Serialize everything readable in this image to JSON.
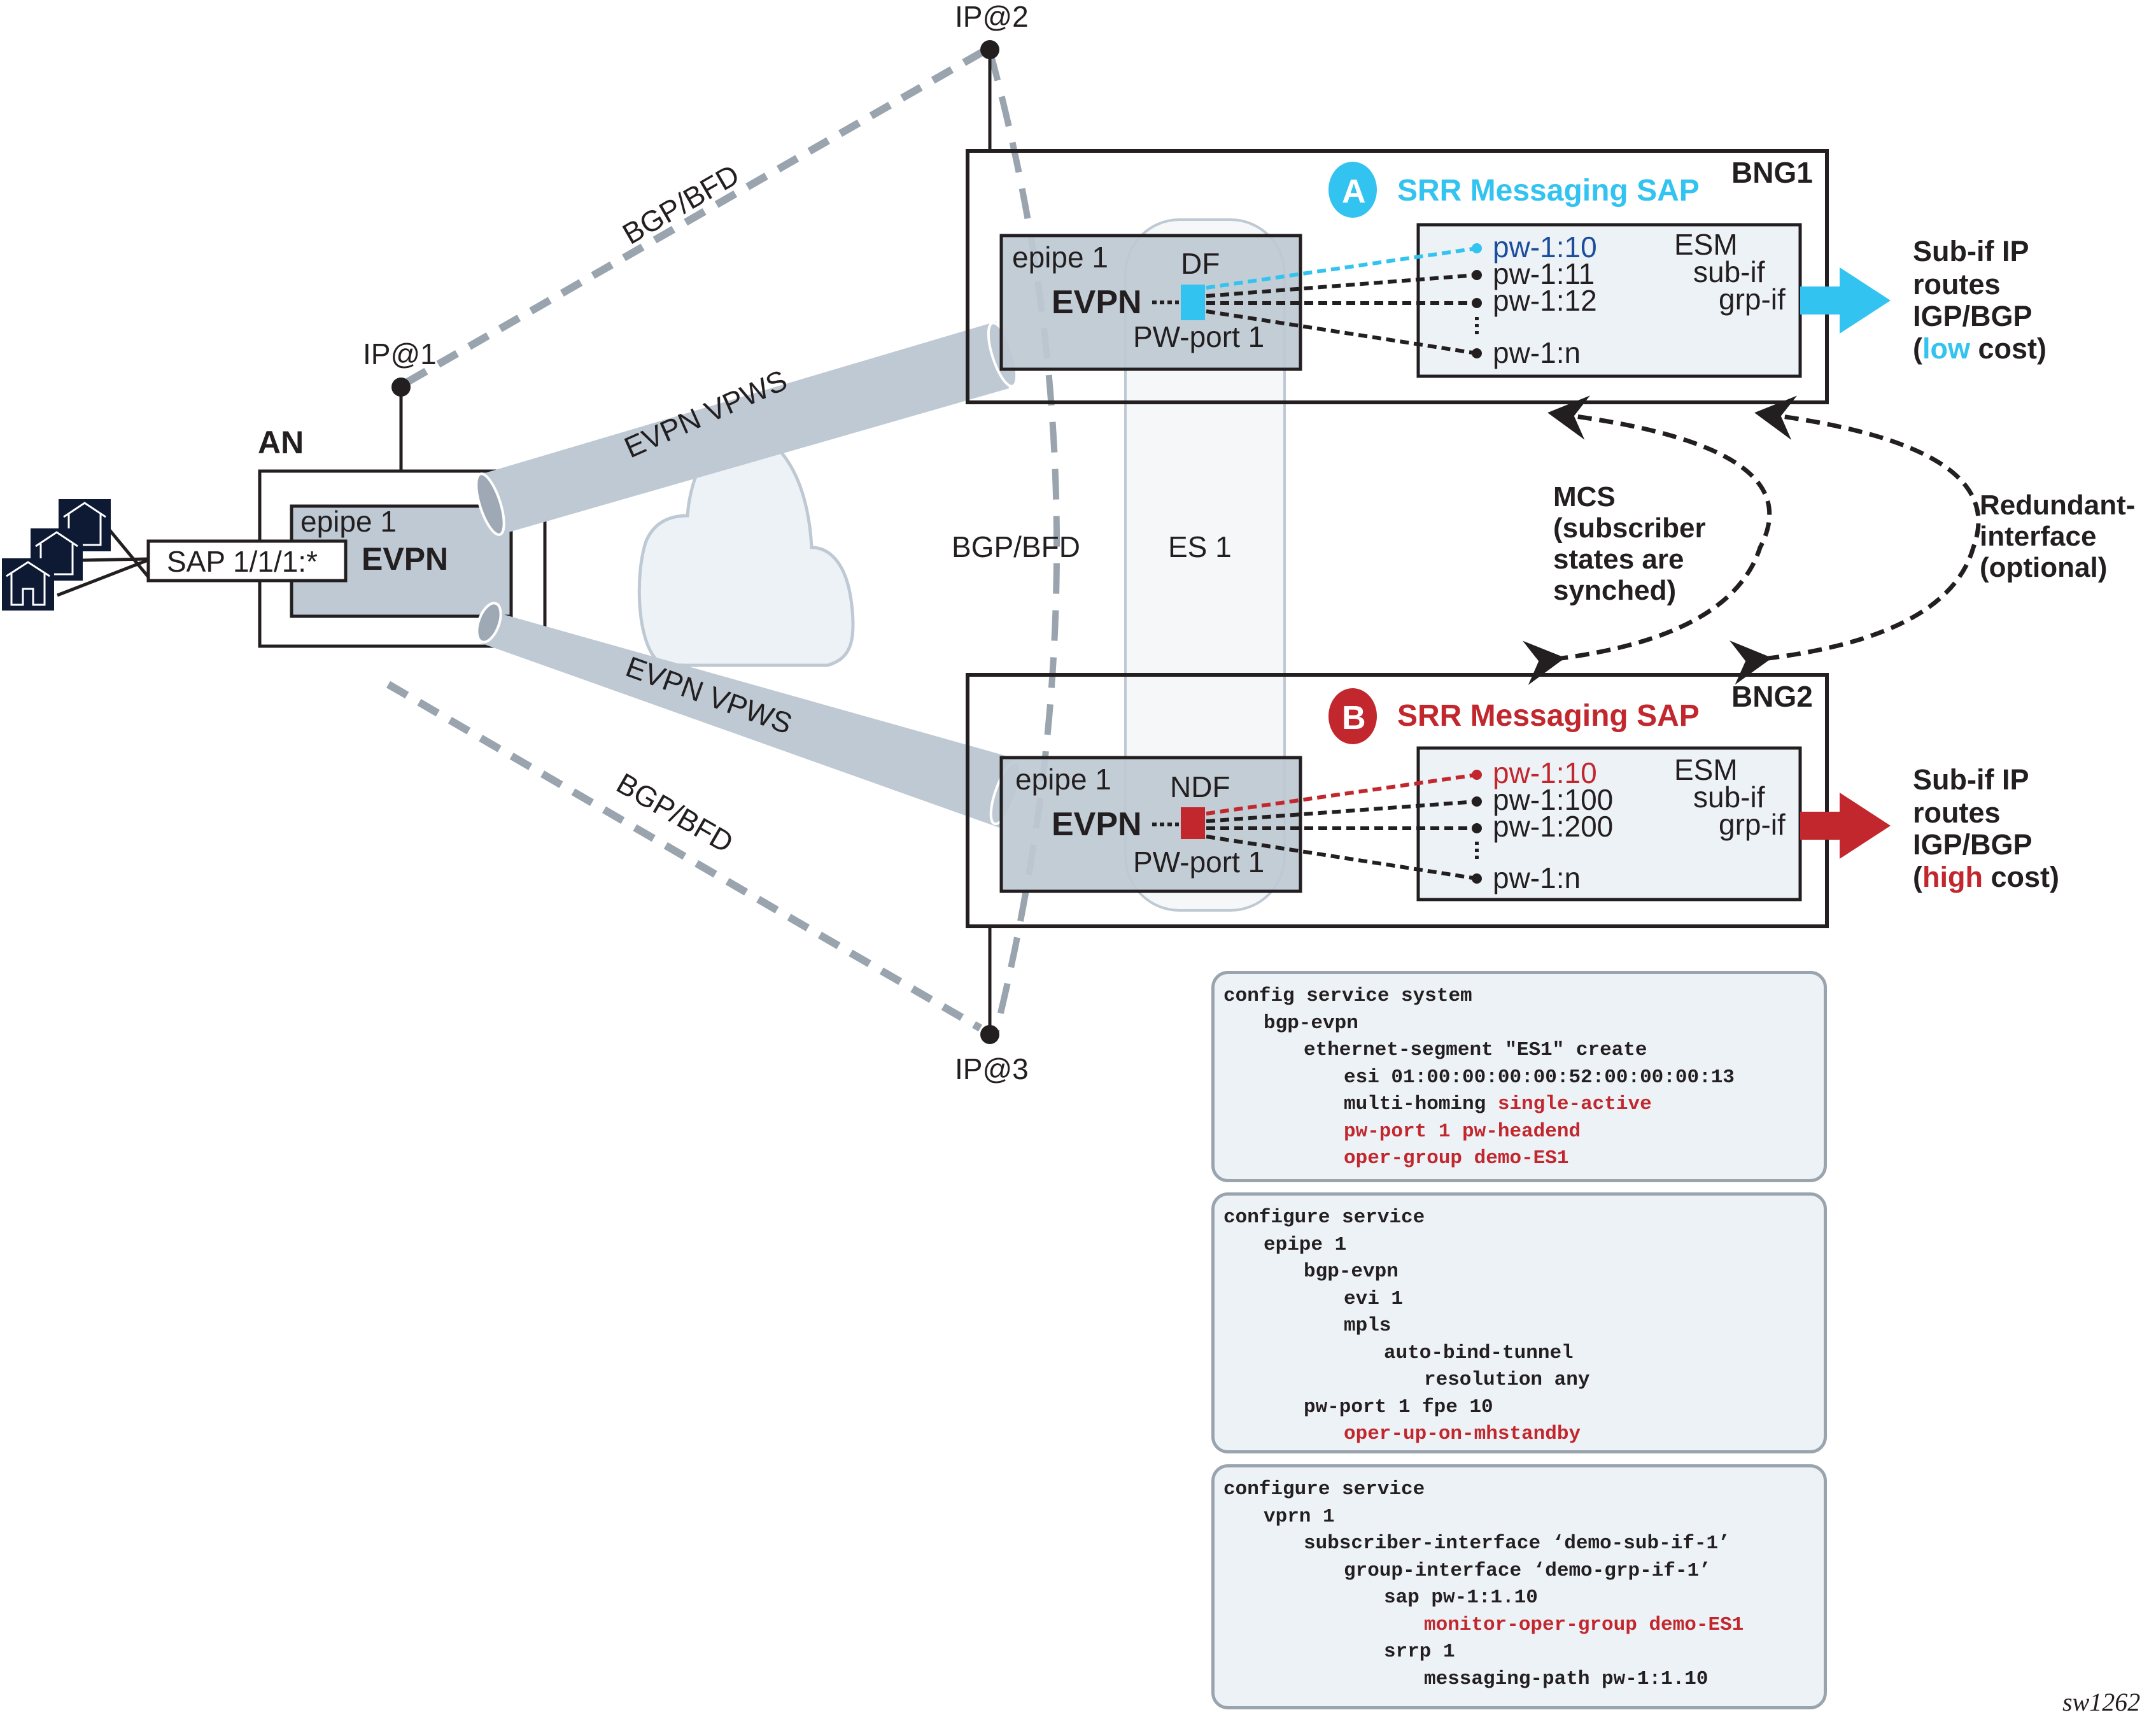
{
  "colors": {
    "accent_blue": "#33c3f0",
    "accent_red": "#c1272d",
    "pw_blue": "#1b4d9b",
    "box_gray": "#bec9d3",
    "esm_fill": "#edf2f7",
    "dashed_gray": "#9aa4ae"
  },
  "an": {
    "title": "AN",
    "epipe_label": "epipe 1",
    "evpn_label": "EVPN",
    "sap_label": "SAP 1/1/1:*",
    "house_icons": [
      "house-icon",
      "house-icon",
      "house-icon"
    ]
  },
  "ip_nodes": {
    "ip1": "IP@1",
    "ip2": "IP@2",
    "ip3": "IP@3"
  },
  "links": {
    "bgp_bfd_top": "BGP/BFD",
    "bgp_bfd_middle": "BGP/BFD",
    "bgp_bfd_bottom": "BGP/BFD",
    "evpn_vpws_top": "EVPN VPWS",
    "evpn_vpws_bottom": "EVPN VPWS",
    "es_label": "ES 1"
  },
  "bng1": {
    "title": "BNG1",
    "badge": "A",
    "srr_label": "SRR Messaging SAP",
    "epipe_label": "epipe 1",
    "evpn_label": "EVPN",
    "role": "DF",
    "pw_port": "PW-port 1",
    "pw_list": [
      "pw-1:10",
      "pw-1:11",
      "pw-1:12",
      "pw-1:n"
    ],
    "esm": [
      "ESM",
      "sub-if",
      "grp-if"
    ],
    "routes": [
      "Sub-if IP",
      "routes",
      "IGP/BGP"
    ],
    "cost_open": "(",
    "cost_word": "low",
    "cost_close": " cost)"
  },
  "bng2": {
    "title": "BNG2",
    "badge": "B",
    "srr_label": "SRR Messaging SAP",
    "epipe_label": "epipe 1",
    "evpn_label": "EVPN",
    "role": "NDF",
    "pw_port": "PW-port 1",
    "pw_list": [
      "pw-1:10",
      "pw-1:100",
      "pw-1:200",
      "pw-1:n"
    ],
    "esm": [
      "ESM",
      "sub-if",
      "grp-if"
    ],
    "routes": [
      "Sub-if IP",
      "routes",
      "IGP/BGP"
    ],
    "cost_open": "(",
    "cost_word": "high",
    "cost_close": " cost)"
  },
  "sync": {
    "mcs": [
      "MCS",
      "(subscriber",
      "states are",
      "synched)"
    ],
    "redundant": [
      "Redundant-",
      "interface",
      "(optional)"
    ]
  },
  "code_blocks": [
    [
      {
        "indent": 0,
        "parts": [
          {
            "text": "config service system",
            "red": false
          }
        ]
      },
      {
        "indent": 1,
        "parts": [
          {
            "text": "bgp-evpn",
            "red": false
          }
        ]
      },
      {
        "indent": 2,
        "parts": [
          {
            "text": "ethernet-segment \"ES1\" create",
            "red": false
          }
        ]
      },
      {
        "indent": 3,
        "parts": [
          {
            "text": "esi 01:00:00:00:00:52:00:00:00:13",
            "red": false
          }
        ]
      },
      {
        "indent": 3,
        "parts": [
          {
            "text": "multi-homing ",
            "red": false
          },
          {
            "text": "single-active",
            "red": true
          }
        ]
      },
      {
        "indent": 3,
        "parts": [
          {
            "text": "pw-port 1 pw-headend",
            "red": true
          }
        ]
      },
      {
        "indent": 3,
        "parts": [
          {
            "text": "oper-group demo-ES1",
            "red": true
          }
        ]
      }
    ],
    [
      {
        "indent": 0,
        "parts": [
          {
            "text": "configure service",
            "red": false
          }
        ]
      },
      {
        "indent": 1,
        "parts": [
          {
            "text": "epipe 1",
            "red": false
          }
        ]
      },
      {
        "indent": 2,
        "parts": [
          {
            "text": "bgp-evpn",
            "red": false
          }
        ]
      },
      {
        "indent": 3,
        "parts": [
          {
            "text": "evi 1",
            "red": false
          }
        ]
      },
      {
        "indent": 3,
        "parts": [
          {
            "text": "mpls",
            "red": false
          }
        ]
      },
      {
        "indent": 4,
        "parts": [
          {
            "text": "auto-bind-tunnel",
            "red": false
          }
        ]
      },
      {
        "indent": 5,
        "parts": [
          {
            "text": "resolution any",
            "red": false
          }
        ]
      },
      {
        "indent": 2,
        "parts": [
          {
            "text": "pw-port 1 fpe 10",
            "red": false
          }
        ]
      },
      {
        "indent": 3,
        "parts": [
          {
            "text": "oper-up-on-mhstandby",
            "red": true
          }
        ]
      }
    ],
    [
      {
        "indent": 0,
        "parts": [
          {
            "text": "configure service",
            "red": false
          }
        ]
      },
      {
        "indent": 1,
        "parts": [
          {
            "text": "vprn 1",
            "red": false
          }
        ]
      },
      {
        "indent": 2,
        "parts": [
          {
            "text": "subscriber-interface ‘demo-sub-if-1’",
            "red": false
          }
        ]
      },
      {
        "indent": 3,
        "parts": [
          {
            "text": "group-interface ‘demo-grp-if-1’",
            "red": false
          }
        ]
      },
      {
        "indent": 4,
        "parts": [
          {
            "text": "sap pw-1:1.10",
            "red": false
          }
        ]
      },
      {
        "indent": 5,
        "parts": [
          {
            "text": "monitor-oper-group demo-ES1",
            "red": true
          }
        ]
      },
      {
        "indent": 4,
        "parts": [
          {
            "text": "srrp 1",
            "red": false
          }
        ]
      },
      {
        "indent": 5,
        "parts": [
          {
            "text": "messaging-path pw-1:1.10",
            "red": false
          }
        ]
      }
    ]
  ],
  "figure_id": "sw1262"
}
